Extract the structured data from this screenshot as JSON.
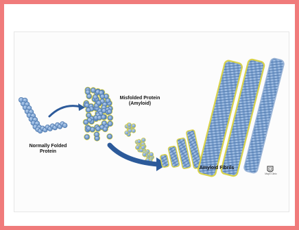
{
  "colors": {
    "frame": "#f07b7b",
    "protein": "#7fa6d4",
    "protein_outline": "#4f78ad",
    "amyloid_outline": "#d8d24a",
    "arrow": "#2c5a9a"
  },
  "labels": {
    "normally_folded": "Normally Folded\nProtein",
    "misfolded": "Misfolded Protein\n(Amyloid)",
    "fibrils": "Amyloid Fibrils",
    "logo_text": "Mayo Clinic"
  }
}
